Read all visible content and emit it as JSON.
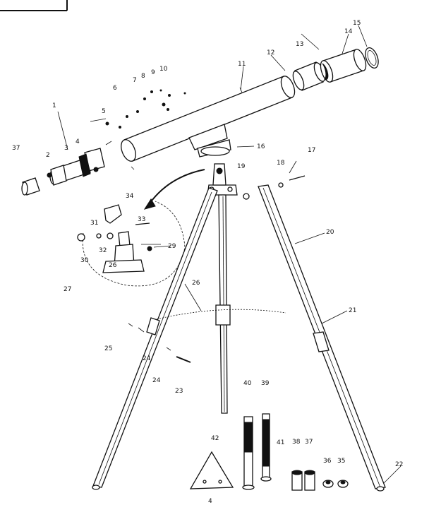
{
  "diagram": {
    "callouts": [
      {
        "id": "1",
        "label": "1"
      },
      {
        "id": "2",
        "label": "2"
      },
      {
        "id": "3",
        "label": "3"
      },
      {
        "id": "4",
        "label": "4"
      },
      {
        "id": "5",
        "label": "5"
      },
      {
        "id": "6",
        "label": "6"
      },
      {
        "id": "7",
        "label": "7"
      },
      {
        "id": "8",
        "label": "8"
      },
      {
        "id": "9",
        "label": "9"
      },
      {
        "id": "10",
        "label": "10"
      },
      {
        "id": "11",
        "label": "11"
      },
      {
        "id": "12",
        "label": "12"
      },
      {
        "id": "13",
        "label": "13"
      },
      {
        "id": "14",
        "label": "14"
      },
      {
        "id": "15",
        "label": "15"
      },
      {
        "id": "16",
        "label": "16"
      },
      {
        "id": "17",
        "label": "17"
      },
      {
        "id": "18",
        "label": "18"
      },
      {
        "id": "19",
        "label": "19"
      },
      {
        "id": "20",
        "label": "20"
      },
      {
        "id": "21",
        "label": "21"
      },
      {
        "id": "22",
        "label": "22"
      },
      {
        "id": "23",
        "label": "23"
      },
      {
        "id": "24a",
        "label": "24"
      },
      {
        "id": "24b",
        "label": "24"
      },
      {
        "id": "25",
        "label": "25"
      },
      {
        "id": "26a",
        "label": "26"
      },
      {
        "id": "26b",
        "label": "26"
      },
      {
        "id": "27",
        "label": "27"
      },
      {
        "id": "29",
        "label": "29"
      },
      {
        "id": "30",
        "label": "30"
      },
      {
        "id": "31",
        "label": "31"
      },
      {
        "id": "32",
        "label": "32"
      },
      {
        "id": "33",
        "label": "33"
      },
      {
        "id": "34",
        "label": "34"
      },
      {
        "id": "35",
        "label": "35"
      },
      {
        "id": "36",
        "label": "36"
      },
      {
        "id": "37a",
        "label": "37"
      },
      {
        "id": "37b",
        "label": "37"
      },
      {
        "id": "38",
        "label": "38"
      },
      {
        "id": "39",
        "label": "39"
      },
      {
        "id": "40",
        "label": "40"
      },
      {
        "id": "41",
        "label": "41"
      },
      {
        "id": "42",
        "label": "42"
      },
      {
        "id": "4b",
        "label": "4"
      }
    ]
  }
}
